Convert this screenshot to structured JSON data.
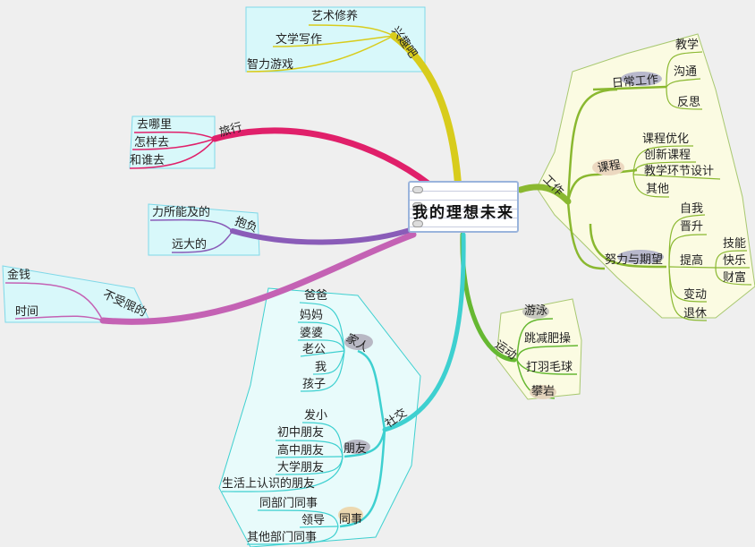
{
  "center": "我的理想未来",
  "branches": {
    "interest": {
      "label": "兴趣吧",
      "color": "#d8cc1c",
      "children": [
        "艺术修养",
        "文学写作",
        "智力游戏"
      ]
    },
    "travel": {
      "label": "旅行",
      "color": "#e0206a",
      "children": [
        "去哪里",
        "怎样去",
        "和谁去"
      ]
    },
    "ambition": {
      "label": "抱负",
      "color": "#8a5cb8",
      "children": [
        "力所能及的",
        "远大的"
      ]
    },
    "unlimited": {
      "label": "不受限的",
      "color": "#c462b4",
      "children": [
        "金钱",
        "时间"
      ]
    },
    "work": {
      "label": "工作",
      "color": "#8ab830",
      "daily": {
        "label": "日常工作",
        "children": [
          "教学",
          "沟通",
          "反思"
        ]
      },
      "course": {
        "label": "课程",
        "children": [
          "课程优化",
          "创新课程",
          "教学环节设计",
          "其他"
        ]
      },
      "effort": {
        "label": "努力与期望",
        "children": [
          "自我",
          "晋升",
          "提高",
          "变动",
          "退休"
        ],
        "improve": [
          "技能",
          "快乐",
          "财富"
        ]
      }
    },
    "sport": {
      "label": "运动",
      "color": "#66b832",
      "children": [
        "游泳",
        "跳减肥操",
        "打羽毛球",
        "攀岩"
      ]
    },
    "social": {
      "label": "社交",
      "color": "#3ed0d0",
      "family": {
        "label": "家人",
        "children": [
          "爸爸",
          "妈妈",
          "婆婆",
          "老公",
          "我",
          "孩子"
        ]
      },
      "friends": {
        "label": "朋友",
        "children": [
          "发小",
          "初中朋友",
          "高中朋友",
          "大学朋友",
          "生活上认识的朋友"
        ]
      },
      "colleagues": {
        "label": "同事",
        "children": [
          "同部门同事",
          "领导",
          "其他部门同事"
        ]
      }
    }
  }
}
